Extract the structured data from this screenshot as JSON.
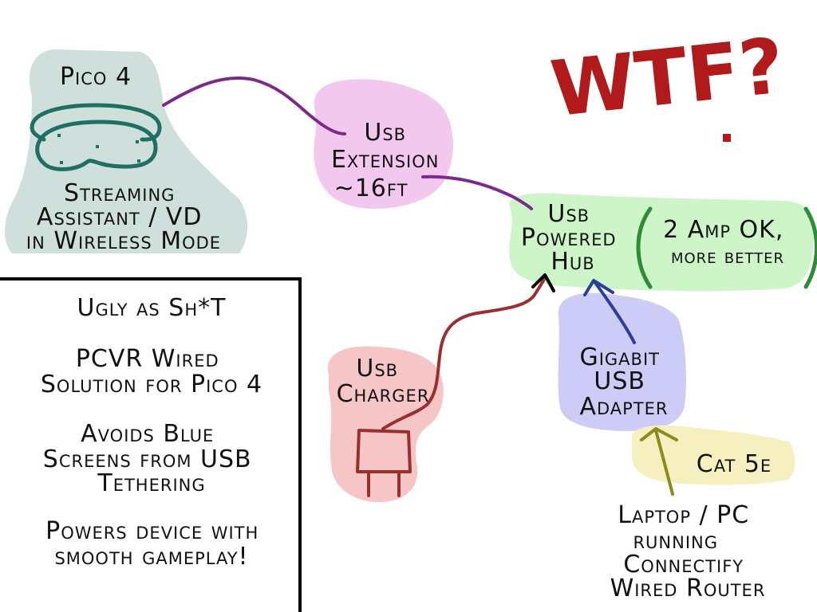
{
  "colors": {
    "pico_blob": "#cfe0dc",
    "pico_outline": "#1f6f63",
    "pico_cable": "#7b2a8c",
    "extension_blob": "#f3c8ef",
    "hub_blob": "#cdf5c8",
    "hub_bracket": "#2e8b3a",
    "charger_blob": "#f6c6c6",
    "charger_cable": "#9b2f2f",
    "adapter_blob": "#ccccf6",
    "adapter_arrow": "#2c3e9a",
    "cat_blob": "#f6f0c0",
    "cat_arrow": "#8c8c1e",
    "wtf": "#b01a1a",
    "text": "#111111",
    "panel_border": "#000000"
  },
  "nodes": {
    "pico": {
      "title": "Pico 4",
      "lines": [
        "Streaming",
        "Assistant / VD",
        "in Wireless Mode"
      ]
    },
    "extension": {
      "lines": [
        "Usb",
        "Extension",
        "~16ft"
      ]
    },
    "hub": {
      "lines": [
        "Usb",
        "Powered",
        "Hub"
      ],
      "note_lines": [
        "2 Amp OK,",
        "more better"
      ]
    },
    "charger": {
      "lines": [
        "Usb",
        "Charger"
      ]
    },
    "adapter": {
      "lines": [
        "Gigabit",
        "USB",
        "Adapter"
      ]
    },
    "cat": {
      "label": "Cat 5e"
    },
    "laptop": {
      "lines": [
        "Laptop / PC",
        "running",
        "Connectify",
        "Wired Router"
      ]
    }
  },
  "exclamation": "WTF?",
  "info_panel": {
    "items": [
      [
        "Ugly as Sh*T"
      ],
      [
        "PCVR Wired",
        "Solution for Pico 4"
      ],
      [
        "Avoids Blue",
        "Screens from USB",
        "Tethering"
      ],
      [
        "Powers device with",
        "smooth gameplay!"
      ]
    ]
  }
}
